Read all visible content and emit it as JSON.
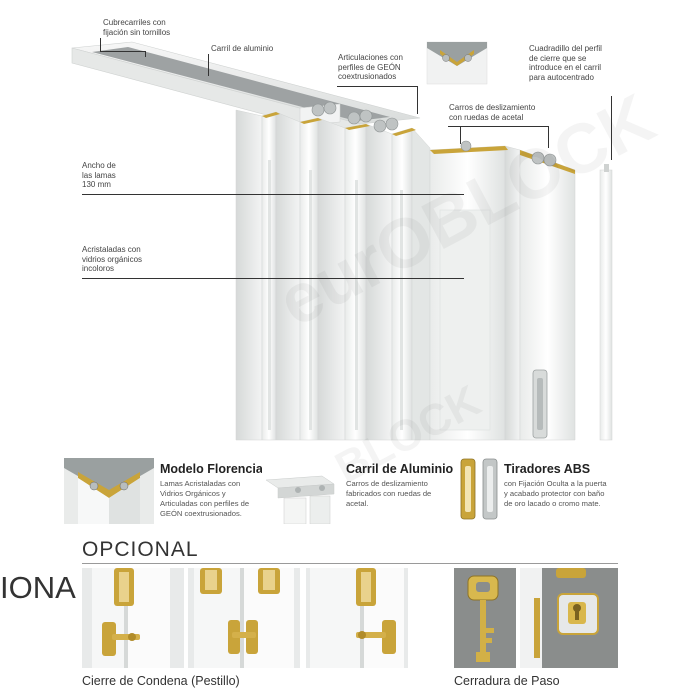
{
  "labels": {
    "cubrecarriles": [
      "Cubrecarriles con",
      "fijación sin tornillos"
    ],
    "carril": [
      "Carril de aluminio"
    ],
    "articulaciones": [
      "Articulaciones con",
      "perfiles de GEÓN",
      "coextrusionados"
    ],
    "cuadradillo": [
      "Cuadradillo del perfil",
      "de cierre que se",
      "introduce en el carril",
      "para autocentrado"
    ],
    "carros": [
      "Carros de deslizamiento",
      "con ruedas de acetal"
    ],
    "ancho": [
      "Ancho de",
      "las lamas",
      "130 mm"
    ],
    "acristaladas": [
      "Acristaladas con",
      "vidrios orgánicos",
      "incoloros"
    ]
  },
  "features": {
    "florencia": {
      "title": "Modelo Florencia",
      "lines": [
        "Lamas Acristaladas con",
        "Vidrios Orgánicos y",
        "Articuladas con perfiles de",
        "GEÓN coextrusionados."
      ]
    },
    "carril": {
      "title": "Carril de Aluminio",
      "lines": [
        "Carros de deslizamiento",
        "fabricados con ruedas de",
        "acetal."
      ]
    },
    "tiradores": {
      "title": "Tiradores ABS",
      "lines": [
        "con Fijación Oculta a la puerta",
        "y acabado protector con baño",
        "de oro lacado o cromo mate."
      ]
    }
  },
  "opcional": {
    "title": "OPCIONAL",
    "side_text": "IONA",
    "cierre_caption": "Cierre de Condena (Pestillo)",
    "cerradura_caption": "Cerradura de Paso"
  },
  "colors": {
    "gold": "#c9a43a",
    "white_pvc": "#f4f5f4",
    "grey_bg": "#8a8d8c"
  }
}
